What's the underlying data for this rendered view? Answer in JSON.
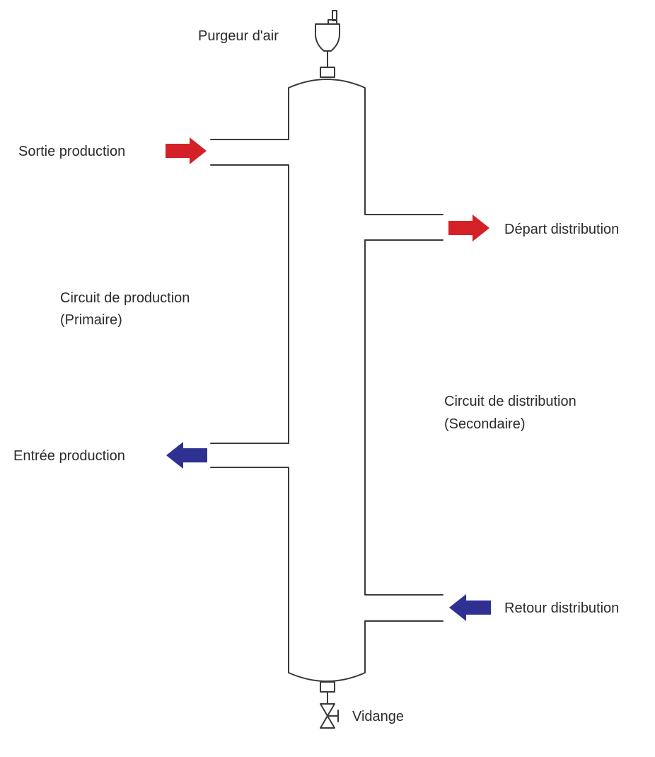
{
  "labels": {
    "air_vent": "Purgeur d'air",
    "production_outlet": "Sortie production",
    "distribution_flow": "Départ distribution",
    "production_circuit_line1": "Circuit de production",
    "production_circuit_line2": "(Primaire)",
    "distribution_circuit_line1": "Circuit de distribution",
    "distribution_circuit_line2": "(Secondaire)",
    "production_inlet": "Entrée production",
    "distribution_return": "Retour distribution",
    "drain": "Vidange"
  },
  "colors": {
    "hot": "#d42027",
    "cold": "#2e3192",
    "line": "#3a3a3a",
    "text": "#2b2b2b"
  }
}
